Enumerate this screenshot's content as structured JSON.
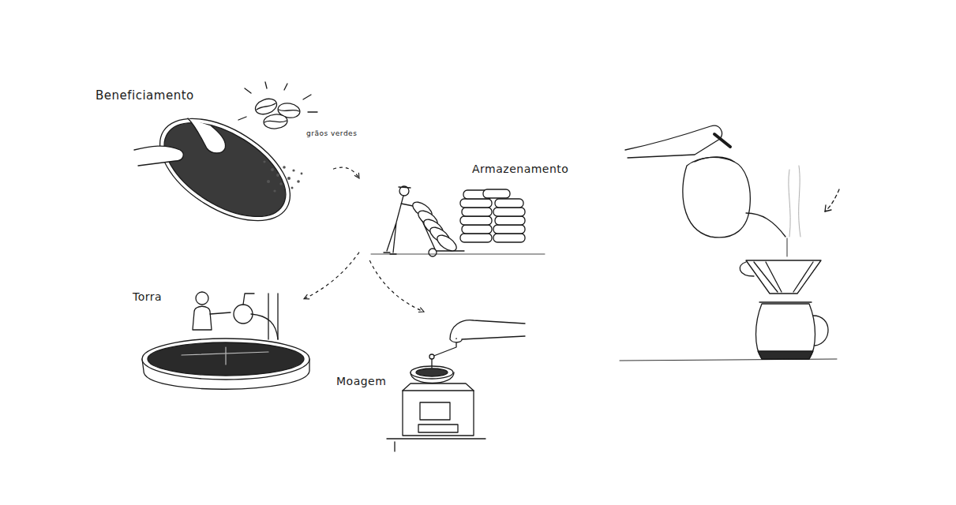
{
  "diagram": {
    "nodes": [
      {
        "text": [
          "Beneficiamento",
          "grãos verdes"
        ]
      },
      {
        "text": [
          "Armazenamento"
        ]
      },
      {
        "text": [
          "Torra"
        ]
      },
      {
        "text": [
          "Moagem"
        ]
      }
    ],
    "edges": [
      {
        "from": 0,
        "to": 1,
        "arrow": "to"
      },
      {
        "from": 1,
        "to": 2,
        "arrow": "to"
      },
      {
        "from": 1,
        "to": 3,
        "arrow": "to"
      }
    ]
  }
}
